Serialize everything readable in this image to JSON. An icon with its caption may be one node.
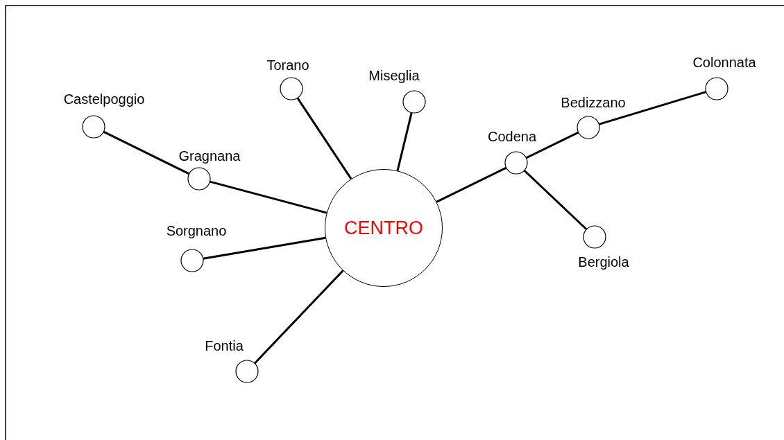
{
  "diagram": {
    "nodes": [
      {
        "text": [
          "Colonnata"
        ]
      },
      {
        "text": [
          "Torano"
        ]
      },
      {
        "text": [
          "Miseglia"
        ]
      },
      {
        "text": [
          "Castelpoggio"
        ]
      },
      {
        "text": [
          "Bedizzano"
        ]
      },
      {
        "text": [
          "Codena"
        ]
      },
      {
        "text": [
          "Gragnana"
        ]
      },
      {
        "text": [
          "CENTRO"
        ]
      },
      {
        "text": [
          "Sorgnano"
        ]
      },
      {
        "text": [
          "Bergiola"
        ]
      },
      {
        "text": [
          "Fontia"
        ]
      }
    ],
    "edges": [
      {
        "from": 3,
        "to": 6,
        "arrow": "none"
      },
      {
        "from": 6,
        "to": 7,
        "arrow": "none"
      },
      {
        "from": 1,
        "to": 7,
        "arrow": "none"
      },
      {
        "from": 2,
        "to": 7,
        "arrow": "none"
      },
      {
        "from": 7,
        "to": 5,
        "arrow": "none"
      },
      {
        "from": 5,
        "to": 4,
        "arrow": "none"
      },
      {
        "from": 4,
        "to": 0,
        "arrow": "none"
      },
      {
        "from": 5,
        "to": 9,
        "arrow": "none"
      },
      {
        "from": 8,
        "to": 7,
        "arrow": "none"
      },
      {
        "from": 10,
        "to": 7,
        "arrow": "none"
      }
    ]
  }
}
